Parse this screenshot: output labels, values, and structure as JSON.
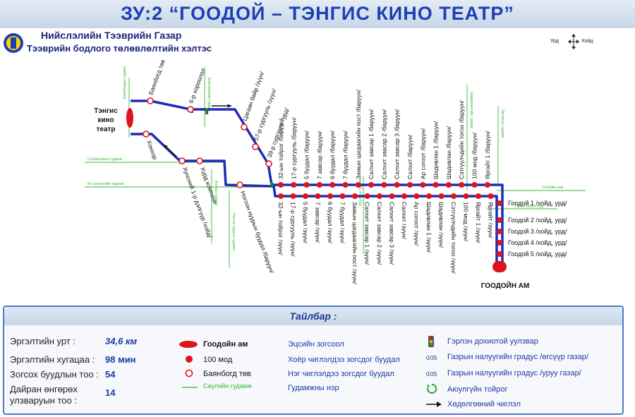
{
  "header": {
    "title": "ЗУ:2 “ГООДОЙ – ТЭНГИС КИНО ТЕАТР”",
    "org_line1": "Нийслэлийн Тээврийн Газар",
    "org_line2": "Тээврийн бодлого төлөвлөлтийн хэлтэс"
  },
  "compass": {
    "west": "Урд",
    "east": "Хойд"
  },
  "terminals": {
    "start": "Тэнгис кино театр",
    "end": "ГООДОЙН АМ"
  },
  "upper_stops": [
    "Баянбогд төв",
    "6-р хороолол",
    "Цагаан байр /зүүн/",
    "57-р сургууль /зүүн/",
    "39-р сургууль /урд/",
    "32-ын тойрог /баруун/",
    "17-р сургууль /баруун/",
    "5 буудал /баруун/",
    "7 завсар /баруун/",
    "6 буудал /баруун/",
    "7 буудал /баруун/",
    "Замын цагдаагийн пост /баруун/",
    "Салхит завсар 1 /баруун/",
    "Салхит завсар 2 /баруун/",
    "Салхит завсар 3 /баруун/",
    "Салхит /баруун/",
    "Ар согоот /баруун/",
    "Шадивлан 1 /баруун/",
    "Шадивлан /баруун/",
    "Сэтгүүлчдийн тогоо /баруун/",
    "100 мод /баруун/",
    "Яргайт 1 /баруун/"
  ],
  "lower_stops": [
    "Хонхор",
    "Хунсний 1-р дэлгүүр /хойд/",
    "Хүрд компани",
    "Ногоон нуурын буудал /баруун/",
    "32-ын тойрог /зүүн/",
    "17-р сургууль /зүүн/",
    "5 буудал /зүүн/",
    "7 завсар /зүүн/",
    "6 буудал /зүүн/",
    "7 буудал /зүүн/",
    "Замын цагдаагийн пост /зүүн/",
    "Салхит завсар 1 /зүүн/",
    "Салхит завсар 2 /зүүн/",
    "Салхит завсар 3 /зүүн/",
    "Салхит /зүүн/",
    "Ар согоот /зүүн/",
    "Шадивлан 1 /зүүн/",
    "Шадивлан /зүүн/",
    "Сэтгүүлчдийн тогоо /зүүн/",
    "100 мод /зүүн/",
    "Яргайт 1 /зүүн/",
    "Яргайт /зүүн/"
  ],
  "right_stops": [
    "Гоодой 1 /хойд, урд/",
    "Гоодой 2 /хойд, урд/",
    "Гоодой 3 /хойд, урд/",
    "Гоодой 4 /хойд, урд/",
    "Гоодой 5 /хойд, урд/"
  ],
  "streets": [
    "Сүхбаатарын гудамж",
    "Их сургуулийн гудамж",
    "Алтаан гудамж",
    "Ногоон нуурын гудамж",
    "Сэлбэ голын гудамж",
    "Сэлбэ голын гүүр",
    "Баянбогдын гудамж",
    "Баянзүрхийн гудамж",
    "Жуулчны гудамж",
    "Шадивлангийн гудамж",
    "Яргайтын гудамж",
    "Сэлбийн гудамж",
    "Сэлбийн зам"
  ],
  "legend": {
    "title": "Тайлбар :",
    "stats": [
      {
        "label": "Эргэлтийн урт :",
        "value": "34,6 км"
      },
      {
        "label": "Эргэлтийн хугацаа :",
        "value": "98 мин"
      },
      {
        "label": "Зогсох буудлын тоо :",
        "value": "54"
      },
      {
        "label": "Дайран өнгөрөх улзваруын тоо :",
        "value": "14"
      }
    ],
    "col2": [
      "Гоодойн ам",
      "100 мод",
      "Баянбогд төв",
      "Сөүлийн гудамж"
    ],
    "col3": [
      "Эцсийн зогсоол",
      "Хоёр чиглэлдээ зогсдог буудал",
      "Нэг чиглэлдээ зогсдог буудал",
      "Гудамжны нэр"
    ],
    "col4": [
      "Гэрлэн дохиотой уулзвар",
      "Газрын налуугийн градус /өгсүүр газар/",
      "Газрын налуугийн градус /уруу газар/",
      "Аюулгүйн тойрог",
      "Хөдөлгөөний чиглэл"
    ],
    "icons": [
      "terminal-icon",
      "red-stop-icon",
      "hollow-stop-icon",
      "street-line-icon",
      "traffic-light-icon",
      "slope-up-icon",
      "slope-down-icon",
      "roundabout-icon",
      "direction-arrow-icon"
    ]
  },
  "colors": {
    "route": "#1f2bb8",
    "stop": "#e0121d",
    "street": "#3cb53c",
    "title": "#1d3fb5"
  }
}
